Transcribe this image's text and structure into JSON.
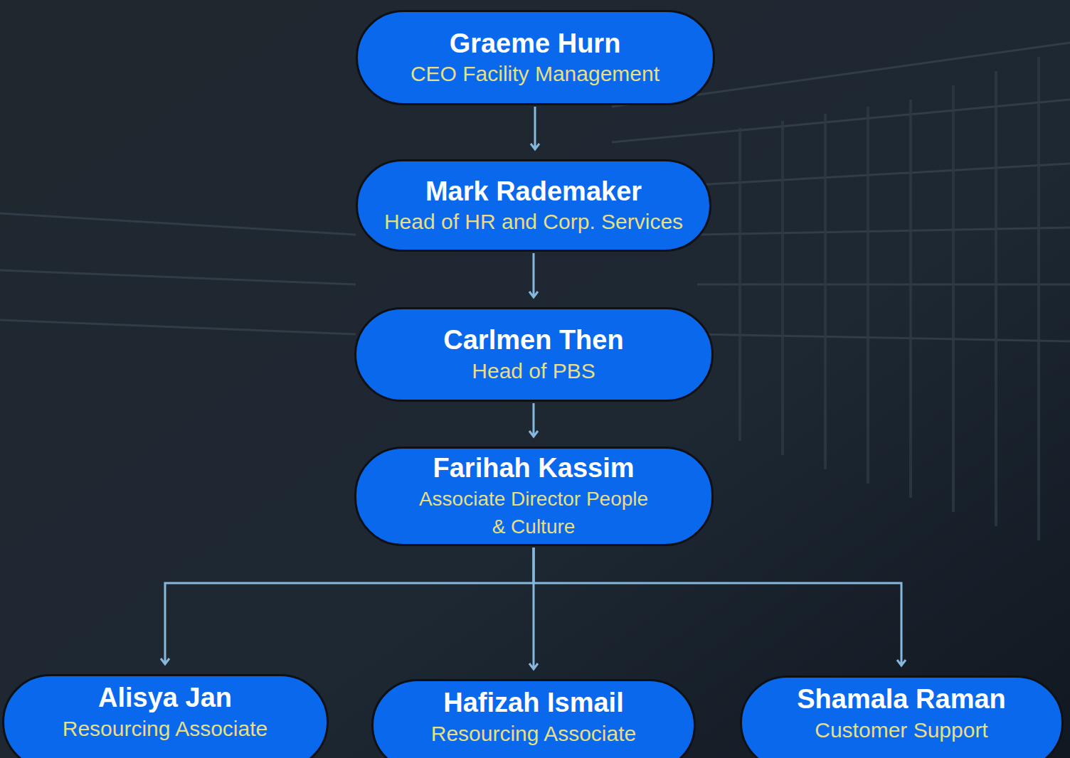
{
  "diagram": {
    "nodes": [
      {
        "text": [
          "Graeme Hurn",
          "CEO Facility Management"
        ]
      },
      {
        "text": [
          "Mark Rademaker",
          "Head of HR and Corp. Services"
        ]
      },
      {
        "text": [
          "Carlmen Then",
          "Head of PBS"
        ]
      },
      {
        "text": [
          "Farihah Kassim",
          "Associate Director People & Culture"
        ]
      },
      {
        "text": [
          "Alisya Jan",
          "Resourcing Associate"
        ]
      },
      {
        "text": [
          "Hafizah Ismail",
          "Resourcing Associate"
        ]
      },
      {
        "text": [
          "Shamala Raman",
          "Customer Support"
        ]
      }
    ],
    "edges": [
      {
        "from": 0,
        "to": 1,
        "arrow": "to"
      },
      {
        "from": 1,
        "to": 2,
        "arrow": "to"
      },
      {
        "from": 2,
        "to": 3,
        "arrow": "to"
      },
      {
        "from": 3,
        "to": 4,
        "arrow": "to"
      },
      {
        "from": 3,
        "to": 5,
        "arrow": "to"
      },
      {
        "from": 3,
        "to": 6,
        "arrow": "to"
      }
    ]
  }
}
